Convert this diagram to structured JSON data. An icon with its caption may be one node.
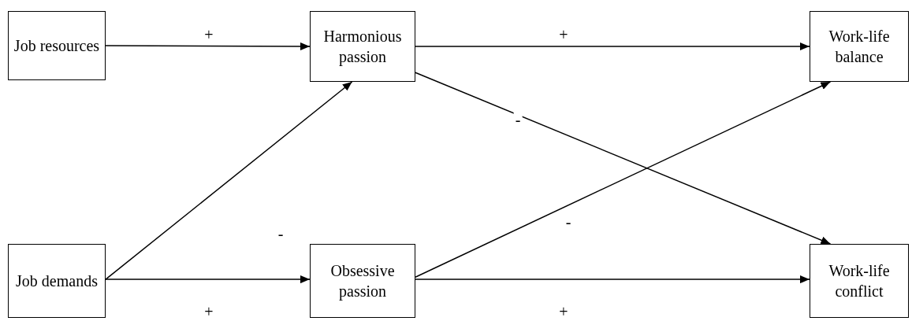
{
  "diagram": {
    "nodes": [
      {
        "text": [
          "Job resources"
        ]
      },
      {
        "text": [
          "Harmonious passion"
        ]
      },
      {
        "text": [
          "Work-life balance"
        ]
      },
      {
        "text": [
          "Job demands"
        ]
      },
      {
        "text": [
          "Obsessive passion"
        ]
      },
      {
        "text": [
          "Work-life conflict"
        ]
      }
    ],
    "edges": [
      {
        "from": 0,
        "to": 1,
        "arrow": "to",
        "label": "+"
      },
      {
        "from": 1,
        "to": 2,
        "arrow": "to",
        "label": "+"
      },
      {
        "from": 3,
        "to": 1,
        "arrow": "to",
        "label": "-"
      },
      {
        "from": 1,
        "to": 5,
        "arrow": "to",
        "label": "-"
      },
      {
        "from": 4,
        "to": 2,
        "arrow": "to",
        "label": "-"
      },
      {
        "from": 3,
        "to": 4,
        "arrow": "to",
        "label": "+"
      },
      {
        "from": 4,
        "to": 5,
        "arrow": "to",
        "label": "+"
      }
    ]
  }
}
